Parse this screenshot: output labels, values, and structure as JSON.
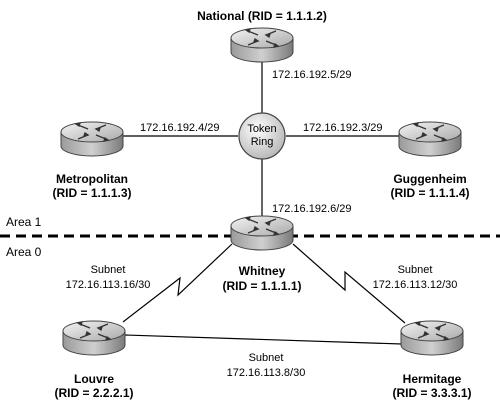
{
  "routers": {
    "national": {
      "name": "National",
      "rid": "(RID = 1.1.1.2)",
      "label": "National (RID = 1.1.1.2)"
    },
    "metropolitan": {
      "name": "Metropolitan",
      "rid": "(RID = 1.1.1.3)"
    },
    "guggenheim": {
      "name": "Guggenheim",
      "rid": "(RID = 1.1.1.4)"
    },
    "whitney": {
      "name": "Whitney",
      "rid": "(RID = 1.1.1.1)"
    },
    "louvre": {
      "name": "Louvre",
      "rid": "(RID = 2.2.2.1)"
    },
    "hermitage": {
      "name": "Hermitage",
      "rid": "(RID = 3.3.3.1)"
    }
  },
  "token_ring": {
    "line1": "Token",
    "line2": "Ring"
  },
  "links": {
    "national": "172.16.192.5/29",
    "metropolitan": "172.16.192.4/29",
    "guggenheim": "172.16.192.3/29",
    "whitney": "172.16.192.6/29"
  },
  "subnets": {
    "whitney_louvre": {
      "label": "Subnet",
      "value": "172.16.113.16/30"
    },
    "whitney_hermitage": {
      "label": "Subnet",
      "value": "172.16.113.12/30"
    },
    "louvre_hermitage": {
      "label": "Subnet",
      "value": "172.16.113.8/30"
    }
  },
  "areas": {
    "area1": "Area 1",
    "area0": "Area 0"
  }
}
